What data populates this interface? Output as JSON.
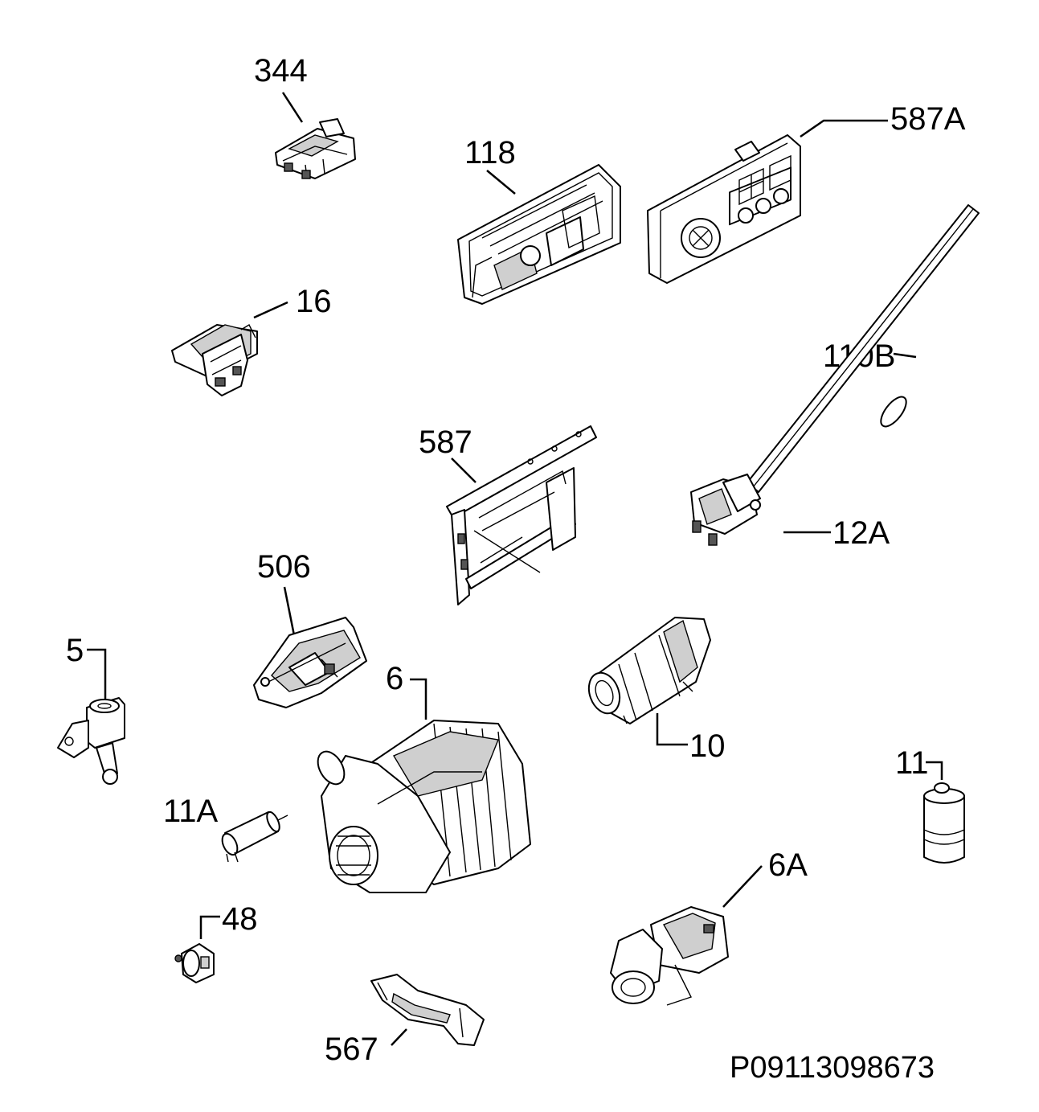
{
  "labels": {
    "p344": "344",
    "p118": "118",
    "p587A": "587A",
    "p16": "16",
    "p110B": "110B",
    "p587": "587",
    "p12A": "12A",
    "p506": "506",
    "p5": "5",
    "p6": "6",
    "p10": "10",
    "p11": "11",
    "p11A": "11A",
    "p6A": "6A",
    "p48": "48",
    "p567": "567"
  },
  "diagram_code": "P09113098673",
  "colors": {
    "ink": "#000000",
    "background": "#ffffff",
    "shade": "#cfcfcf"
  }
}
